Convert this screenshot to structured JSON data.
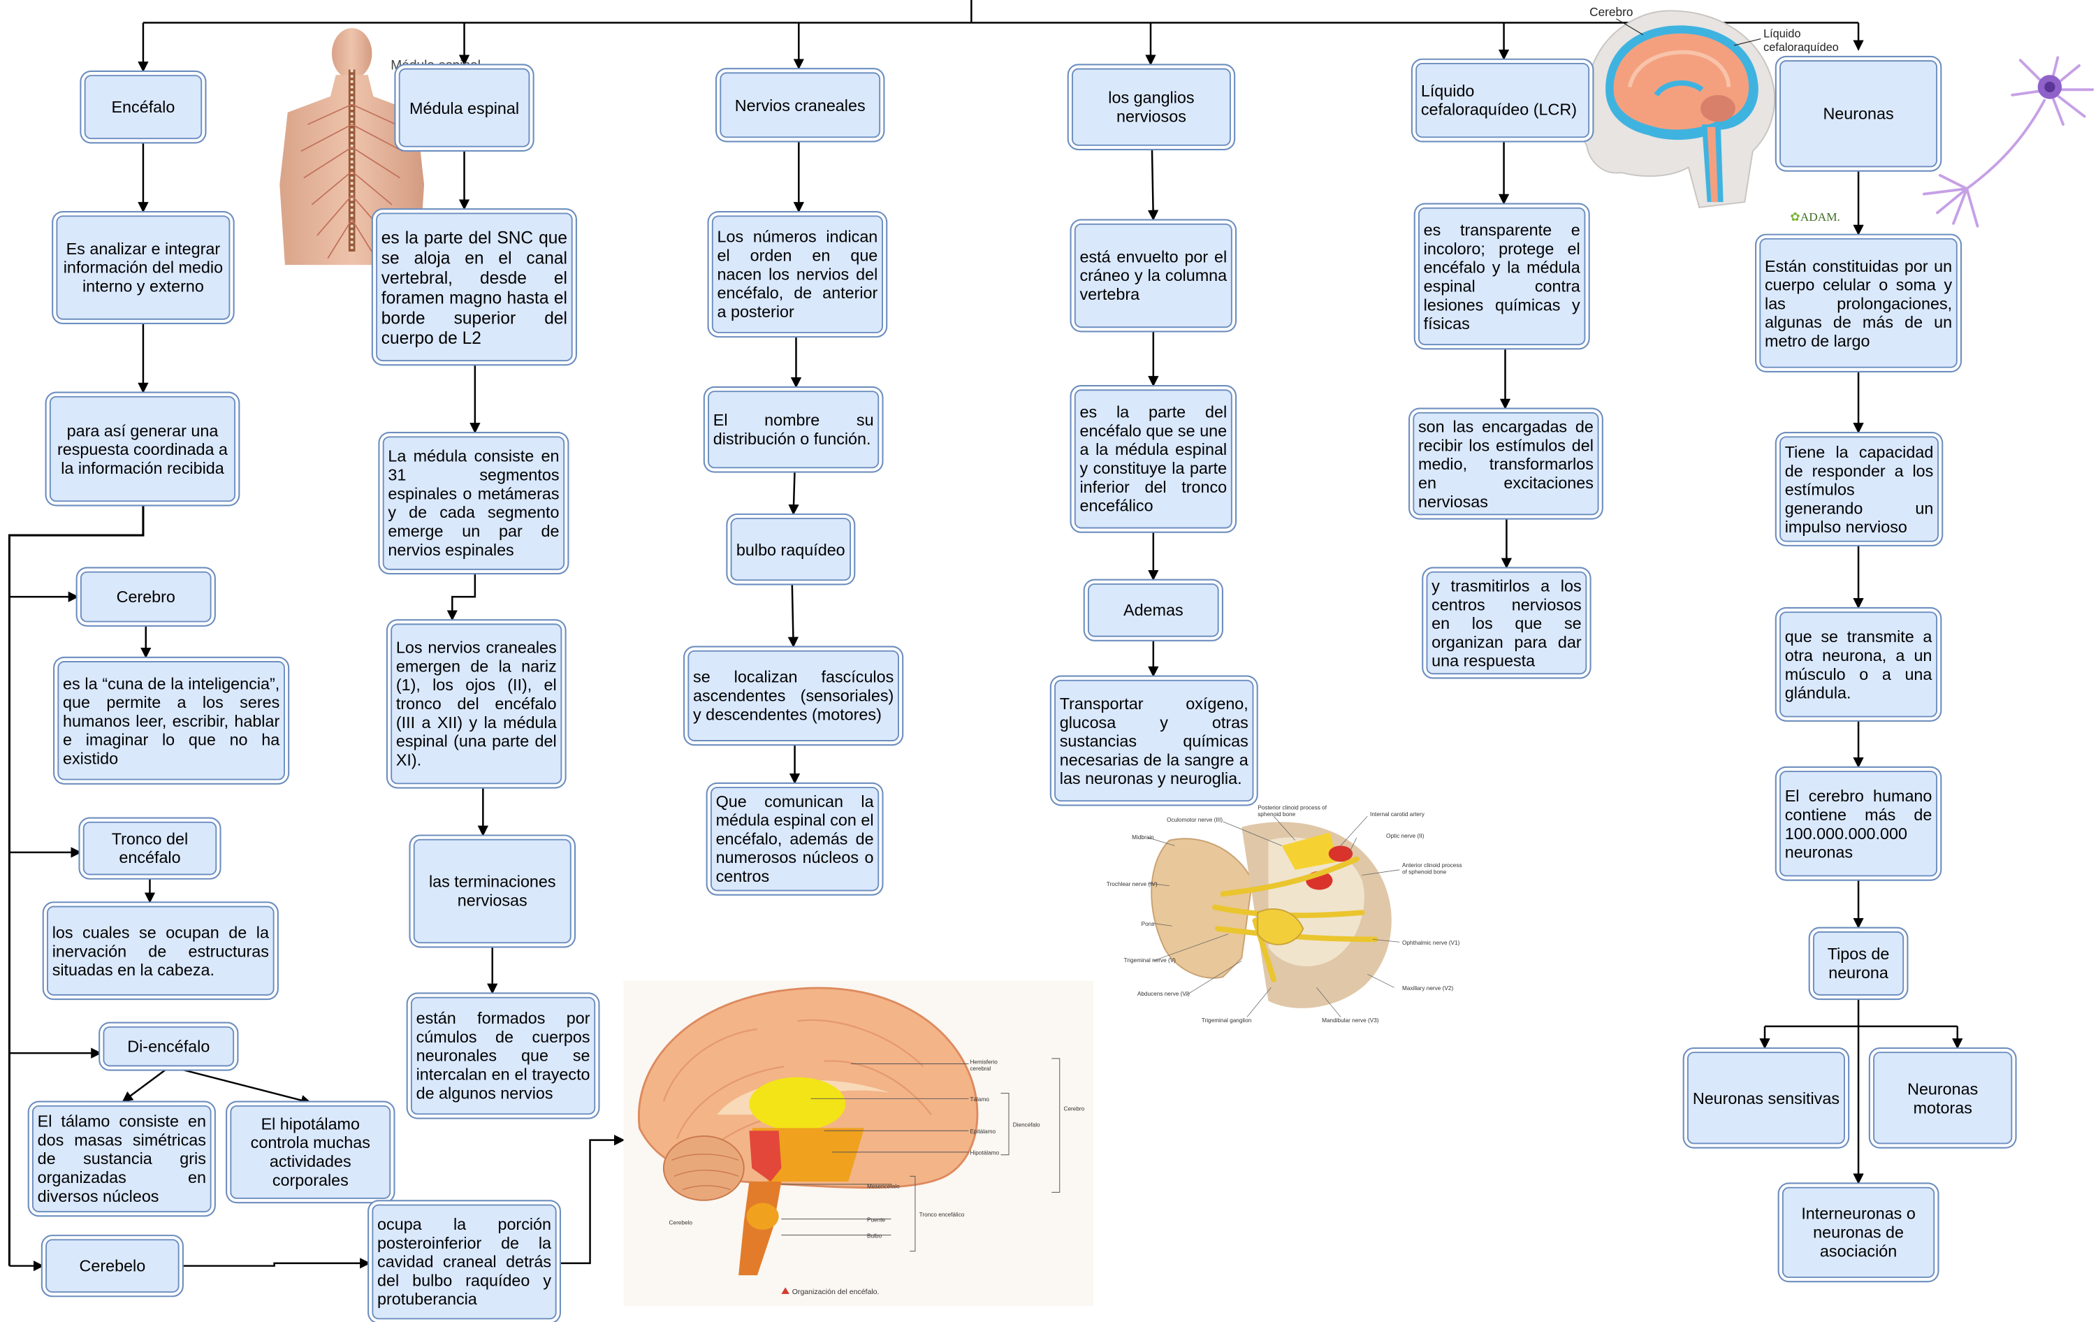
{
  "colors": {
    "node_fill": "#dae8fc",
    "node_border": "#6c8ebf",
    "edge": "#000000"
  },
  "nodes": {
    "encefalo": "Encéfalo",
    "encefalo_def": "Es analizar e integrar información del medio interno y externo",
    "encefalo_resp": "para así generar una respuesta coordinada a la información recibida",
    "cerebro": "Cerebro",
    "cerebro_desc": "es la “cuna de la inteligencia”, que permite a los seres humanos leer, escribir, hablar e imaginar lo que no ha existido",
    "tronco": "Tronco del encéfalo",
    "tronco_desc": "los cuales se ocupan de la inervación de estructuras situadas en la cabeza.",
    "diencefalo": "Di-encéfalo",
    "talamo": "El tálamo consiste en dos masas simétricas de sustancia gris organizadas en diversos núcleos",
    "hipotalamo": "El hipotálamo controla muchas actividades corporales",
    "cerebelo": "Cerebelo",
    "cerebelo_desc": "ocupa la porción posteroinferior de la cavidad craneal detrás del bulbo raquídeo y protuberancia",
    "medula": "Médula espinal",
    "medula_def": "es la parte del SNC que se aloja en el canal vertebral, desde el foramen magno hasta el borde superior del cuerpo de L2",
    "medula_seg": "La médula consiste en 31 segmentos espinales o metámeras y de cada segmento emerge un par de nervios espinales",
    "nervios_emergen": "Los nervios craneales emergen de la nariz (1), los ojos (II), el tronco del encéfalo (III a XII) y la médula espinal (una parte del XI).",
    "terminaciones": "las terminaciones nerviosas",
    "formados": "están formados por cúmulos de cuerpos neuronales que se intercalan en el trayecto de algunos nervios",
    "nervios_craneales": "Nervios craneales",
    "numeros": "Los números indican el orden en que nacen los nervios del encéfalo, de anterior a posterior",
    "nombre": "El nombre su distribución o función.",
    "bulbo": "bulbo raquídeo",
    "fasciculos": "se localizan fascículos ascendentes (sensoriales) y descendentes (motores)",
    "comunican": "Que comunican la médula espinal con el encéfalo, además de numerosos núcleos o centros",
    "ganglios": "los ganglios nerviosos",
    "envuelto": "está envuelto por el cráneo y la columna vertebra",
    "parte_encefalo": "es la parte del encéfalo que se une a la médula espinal y constituye la parte inferior del tronco encefálico",
    "ademas": "Ademas",
    "transportar": "Transportar oxígeno, glucosa y otras sustancias químicas necesarias de la sangre a las neuronas y neuroglia.",
    "lcr": "Líquido cefaloraquídeo (LCR)",
    "transparente": "es transparente e incoloro; protege el encéfalo y la médula espinal contra lesiones químicas y físicas",
    "encargadas": "son las encargadas de recibir los estímulos del medio, transformarlos en excitaciones nerviosas",
    "trasmitirlos": "y trasmitirlos a los centros nerviosos en los que se organizan para dar una respuesta",
    "neuronas": "Neuronas",
    "constituidas": "Están constituidas por un cuerpo celular o soma y las prolongaciones, algunas de más de un metro de largo",
    "capacidad": "Tiene la capacidad de responder a los estímulos generando un impulso nervioso",
    "transmite": "que se transmite a otra neurona, a un músculo o a una glándula.",
    "contiene": "El cerebro humano contiene más de 100.000.000.000 neuronas",
    "tipos": "Tipos de neurona",
    "sensitivas": "Neuronas sensitivas",
    "motoras": "Neuronas motoras",
    "interneuronas": "Interneuronas o neuronas de asociación"
  },
  "images": {
    "spine_caption": "Médula espinal",
    "head_cerebro": "Cerebro",
    "head_liquido": "Líquido cefaloraquídeo",
    "adam": "ADAM.",
    "brain_labels": {
      "hemisferio": "Hemisferio cerebral",
      "talamo": "Tálamo",
      "epitalamo": "Epitálamo",
      "hipotalamo": "Hipotálamo",
      "diencefalo": "Diencéfalo",
      "cerebro": "Cerebro",
      "mesencefalo": "Mesencéfalo",
      "puente": "Puente",
      "bulbo": "Bulbo",
      "tronco": "Tronco encefálico",
      "cerebelo": "Cerebelo",
      "caption": "Organización del encéfalo."
    },
    "ganglia_labels": {
      "oculomotor": "Oculomotor nerve (III)",
      "posterior": "Posterior clinoid process of sphenoid bone",
      "carotid": "Internal carotid artery",
      "midbrain": "Midbrain",
      "optic": "Optic nerve (II)",
      "anterior": "Anterior clinoid process of sphenoid bone",
      "trochlear": "Trochlear nerve (IV)",
      "pons": "Pons",
      "ophthalmic": "Ophthalmic nerve (V1)",
      "trigeminal": "Trigeminal nerve (V)",
      "abducens": "Abducens nerve (VI)",
      "maxillary": "Maxillary nerve (V2)",
      "ganglion": "Trigeminal ganglion",
      "mandibular": "Mandibular nerve (V3)"
    }
  }
}
